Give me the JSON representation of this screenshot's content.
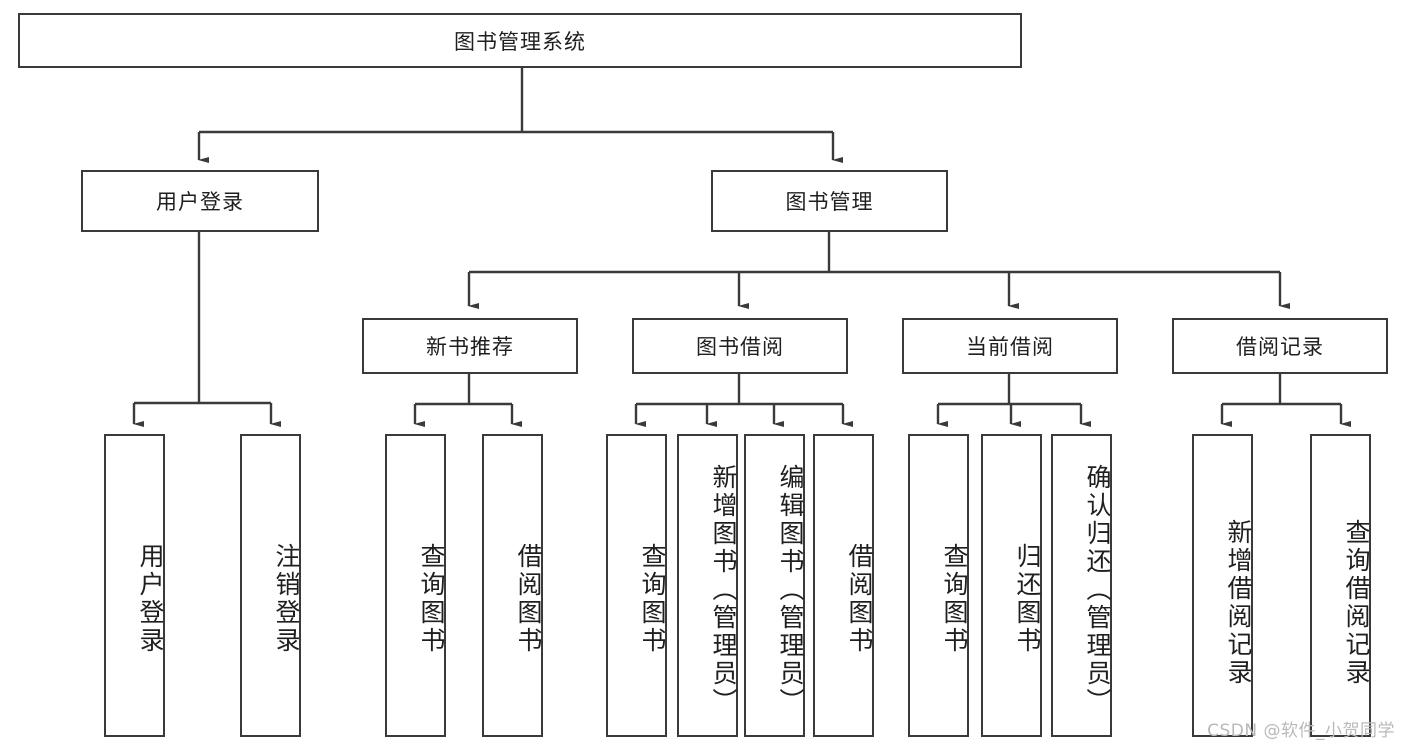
{
  "diagram": {
    "title": "图书管理系统",
    "watermark": "CSDN @软件_小贺同学",
    "stroke_color": "#3a3a3a",
    "background_color": "#ffffff",
    "text_color": "#1f1f1f",
    "watermark_color": "#b9b9b9",
    "type": "tree-hierarchy-chart",
    "levels": 4
  },
  "nodes": {
    "root": {
      "label": "图书管理系统"
    },
    "level2": [
      {
        "id": "user-login",
        "label": "用户登录"
      },
      {
        "id": "book-manage",
        "label": "图书管理"
      }
    ],
    "level3": [
      {
        "id": "new-book-rec",
        "label": "新书推荐"
      },
      {
        "id": "book-borrow",
        "label": "图书借阅"
      },
      {
        "id": "current-borrow",
        "label": "当前借阅"
      },
      {
        "id": "borrow-record",
        "label": "借阅记录"
      }
    ],
    "leaves": {
      "user_login": [
        {
          "id": "leaf-user-login",
          "label": "用户登录"
        },
        {
          "id": "leaf-logout",
          "label": "注销登录"
        }
      ],
      "new_book_rec": [
        {
          "id": "leaf-query-book-1",
          "label": "查询图书"
        },
        {
          "id": "leaf-borrow-book-1",
          "label": "借阅图书"
        }
      ],
      "book_borrow": [
        {
          "id": "leaf-query-book-2",
          "label": "查询图书"
        },
        {
          "id": "leaf-add-book",
          "label": "新增图书（管理员）"
        },
        {
          "id": "leaf-edit-book",
          "label": "编辑图书（管理员）"
        },
        {
          "id": "leaf-borrow-book-2",
          "label": "借阅图书"
        }
      ],
      "current_borrow": [
        {
          "id": "leaf-query-book-3",
          "label": "查询图书"
        },
        {
          "id": "leaf-return-book",
          "label": "归还图书"
        },
        {
          "id": "leaf-confirm-return",
          "label": "确认归还（管理员）"
        }
      ],
      "borrow_record": [
        {
          "id": "leaf-add-record",
          "label": "新增借阅记录"
        },
        {
          "id": "leaf-query-record",
          "label": "查询借阅记录"
        }
      ]
    }
  }
}
